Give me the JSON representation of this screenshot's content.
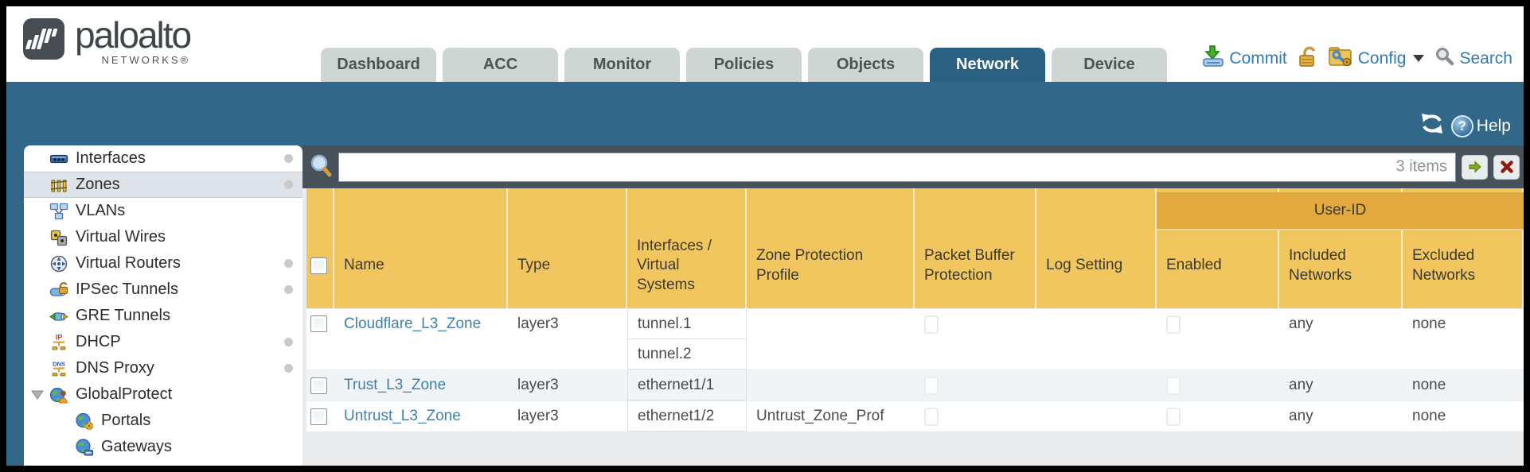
{
  "colors": {
    "band": "#31688A",
    "active_tab": "#2A6182",
    "inactive_tab": "#CDD6D3",
    "slate": "#47525A",
    "header": "#F2C65F",
    "group_band": "#E2A93E",
    "link": "#3E81AA",
    "action": "#2F7CB5",
    "row_alt": "#F1F4F6",
    "filler": "#E9EBED"
  },
  "brand": {
    "name": "paloalto",
    "subtitle": "NETWORKS®"
  },
  "tabs": [
    {
      "id": "dashboard",
      "label": "Dashboard",
      "active": false
    },
    {
      "id": "acc",
      "label": "ACC",
      "active": false
    },
    {
      "id": "monitor",
      "label": "Monitor",
      "active": false
    },
    {
      "id": "policies",
      "label": "Policies",
      "active": false
    },
    {
      "id": "objects",
      "label": "Objects",
      "active": false
    },
    {
      "id": "network",
      "label": "Network",
      "active": true
    },
    {
      "id": "device",
      "label": "Device",
      "active": false
    }
  ],
  "header_actions": {
    "commit": "Commit",
    "config": "Config",
    "search": "Search"
  },
  "band": {
    "help": "Help"
  },
  "filter": {
    "value": "",
    "count": "3 items"
  },
  "sidebar": {
    "items": [
      {
        "id": "interfaces",
        "label": "Interfaces",
        "icon": "interfaces-icon",
        "dot": true,
        "selected": false,
        "indent": 0
      },
      {
        "id": "zones",
        "label": "Zones",
        "icon": "zones-icon",
        "dot": true,
        "selected": true,
        "indent": 0
      },
      {
        "id": "vlans",
        "label": "VLANs",
        "icon": "vlans-icon",
        "dot": false,
        "selected": false,
        "indent": 0
      },
      {
        "id": "virtual-wires",
        "label": "Virtual Wires",
        "icon": "virtual-wires-icon",
        "dot": false,
        "selected": false,
        "indent": 0
      },
      {
        "id": "virtual-routers",
        "label": "Virtual Routers",
        "icon": "virtual-routers-icon",
        "dot": true,
        "selected": false,
        "indent": 0
      },
      {
        "id": "ipsec-tunnels",
        "label": "IPSec Tunnels",
        "icon": "ipsec-tunnels-icon",
        "dot": true,
        "selected": false,
        "indent": 0
      },
      {
        "id": "gre-tunnels",
        "label": "GRE Tunnels",
        "icon": "gre-tunnels-icon",
        "dot": false,
        "selected": false,
        "indent": 0
      },
      {
        "id": "dhcp",
        "label": "DHCP",
        "icon": "dhcp-icon",
        "dot": true,
        "selected": false,
        "indent": 0
      },
      {
        "id": "dns-proxy",
        "label": "DNS Proxy",
        "icon": "dns-proxy-icon",
        "dot": true,
        "selected": false,
        "indent": 0
      },
      {
        "id": "globalprotect",
        "label": "GlobalProtect",
        "icon": "globalprotect-icon",
        "dot": false,
        "selected": false,
        "indent": 0,
        "expanded": true
      },
      {
        "id": "portals",
        "label": "Portals",
        "icon": "portals-icon",
        "dot": false,
        "selected": false,
        "indent": 1
      },
      {
        "id": "gateways",
        "label": "Gateways",
        "icon": "gateways-icon",
        "dot": false,
        "selected": false,
        "indent": 1
      }
    ]
  },
  "table": {
    "group_header": "User-ID",
    "columns": [
      "",
      "Name",
      "Type",
      "Interfaces / Virtual Systems",
      "Zone Protection Profile",
      "Packet Buffer Protection",
      "Log Setting",
      "Enabled",
      "Included Networks",
      "Excluded Networks"
    ],
    "rows": [
      {
        "name": "Cloudflare_L3_Zone",
        "type": "layer3",
        "interfaces": [
          "tunnel.1",
          "tunnel.2"
        ],
        "zone_protection_profile": "",
        "packet_buffer_protection_checked": false,
        "log_setting": "",
        "user_id_enabled": false,
        "included_networks": "any",
        "excluded_networks": "none",
        "checked": false
      },
      {
        "name": "Trust_L3_Zone",
        "type": "layer3",
        "interfaces": [
          "ethernet1/1"
        ],
        "zone_protection_profile": "",
        "packet_buffer_protection_checked": false,
        "log_setting": "",
        "user_id_enabled": false,
        "included_networks": "any",
        "excluded_networks": "none",
        "checked": false
      },
      {
        "name": "Untrust_L3_Zone",
        "type": "layer3",
        "interfaces": [
          "ethernet1/2"
        ],
        "zone_protection_profile": "Untrust_Zone_Prof",
        "packet_buffer_protection_checked": false,
        "log_setting": "",
        "user_id_enabled": false,
        "included_networks": "any",
        "excluded_networks": "none",
        "checked": false
      }
    ]
  }
}
